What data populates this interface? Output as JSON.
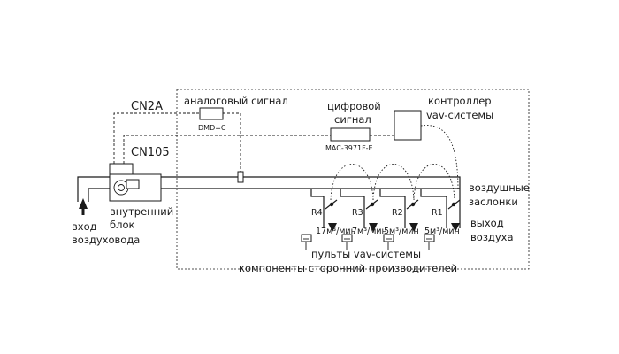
{
  "labels": {
    "analog_signal": "аналоговый сигнал",
    "dmd": "DMD=C",
    "cn2a": "CN2A",
    "cn105": "CN105",
    "digital_signal_line1": "цифровой",
    "digital_signal_line2": "сигнал",
    "mac_module": "MAC-3971F-E",
    "controller_line1": "контроллер",
    "controller_line2": "vav-системы",
    "air_dampers_line1": "воздушные",
    "air_dampers_line2": "заслонки",
    "air_outlet_line1": "выход",
    "air_outlet_line2": "воздуха",
    "indoor_unit_line1": "внутренний",
    "indoor_unit_line2": "блок",
    "duct_inlet_line1": "вход",
    "duct_inlet_line2": "воздуховода",
    "vav_remotes": "пульты vav-системы",
    "third_party": "компоненты сторонний производителей"
  },
  "dampers": [
    {
      "id": "R4",
      "flow": "17м³/мин"
    },
    {
      "id": "R3",
      "flow": "7м³/мин"
    },
    {
      "id": "R2",
      "flow": "5м³/мин"
    },
    {
      "id": "R1",
      "flow": "5м³/мин"
    }
  ]
}
